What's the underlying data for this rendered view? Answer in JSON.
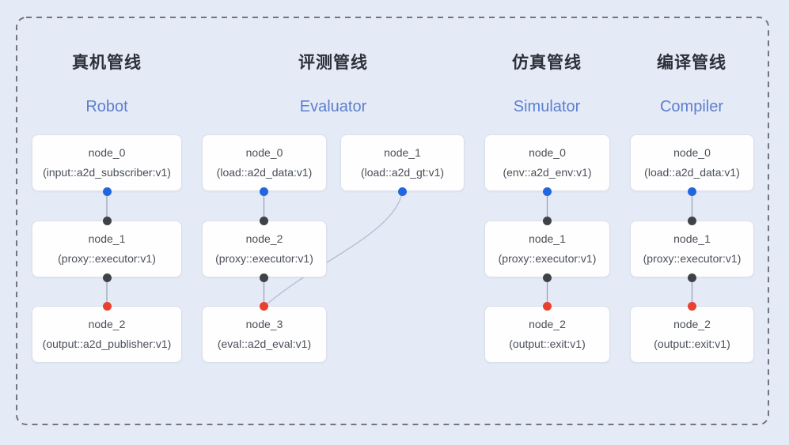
{
  "pipelines": [
    {
      "title_zh": "真机管线",
      "title_en": "Robot",
      "nodes": [
        {
          "name": "node_0",
          "type": "(input::a2d_subscriber:v1)",
          "out_port": "blue",
          "in_port": null
        },
        {
          "name": "node_1",
          "type": "(proxy::executor:v1)",
          "out_port": "dark",
          "in_port": "dark"
        },
        {
          "name": "node_2",
          "type": "(output::a2d_publisher:v1)",
          "out_port": null,
          "in_port": "red"
        }
      ]
    },
    {
      "title_zh": "评测管线",
      "title_en": "Evaluator",
      "nodes": [
        {
          "name": "node_0",
          "type": "(load::a2d_data:v1)",
          "out_port": "blue",
          "in_port": null
        },
        {
          "name": "node_1",
          "type": "(load::a2d_gt:v1)",
          "out_port": "blue",
          "in_port": null
        },
        {
          "name": "node_2",
          "type": "(proxy::executor:v1)",
          "out_port": "dark",
          "in_port": "dark"
        },
        {
          "name": "node_3",
          "type": "(eval::a2d_eval:v1)",
          "out_port": null,
          "in_port": "red"
        }
      ]
    },
    {
      "title_zh": "仿真管线",
      "title_en": "Simulator",
      "nodes": [
        {
          "name": "node_0",
          "type": "(env::a2d_env:v1)",
          "out_port": "blue",
          "in_port": null
        },
        {
          "name": "node_1",
          "type": "(proxy::executor:v1)",
          "out_port": "dark",
          "in_port": "dark"
        },
        {
          "name": "node_2",
          "type": "(output::exit:v1)",
          "out_port": null,
          "in_port": "red"
        }
      ]
    },
    {
      "title_zh": "编译管线",
      "title_en": "Compiler",
      "nodes": [
        {
          "name": "node_0",
          "type": "(load::a2d_data:v1)",
          "out_port": "blue",
          "in_port": null
        },
        {
          "name": "node_1",
          "type": "(proxy::executor:v1)",
          "out_port": "dark",
          "in_port": "dark"
        },
        {
          "name": "node_2",
          "type": "(output::exit:v1)",
          "out_port": null,
          "in_port": "red"
        }
      ]
    }
  ],
  "edges": [
    {
      "pipeline": "Robot",
      "from": "node_0",
      "to": "node_1"
    },
    {
      "pipeline": "Robot",
      "from": "node_1",
      "to": "node_2"
    },
    {
      "pipeline": "Evaluator",
      "from": "node_0",
      "to": "node_2"
    },
    {
      "pipeline": "Evaluator",
      "from": "node_1",
      "to": "node_3"
    },
    {
      "pipeline": "Evaluator",
      "from": "node_2",
      "to": "node_3"
    },
    {
      "pipeline": "Simulator",
      "from": "node_0",
      "to": "node_1"
    },
    {
      "pipeline": "Simulator",
      "from": "node_1",
      "to": "node_2"
    },
    {
      "pipeline": "Compiler",
      "from": "node_0",
      "to": "node_1"
    },
    {
      "pipeline": "Compiler",
      "from": "node_1",
      "to": "node_2"
    }
  ],
  "colors": {
    "background": "#e5eaf7",
    "frame": "#70757e",
    "node_fill": "#fefefe",
    "node_border": "#dcdfe8",
    "node_text": "#4a4f58",
    "title_zh": "#2c3139",
    "title_en": "#5c7fce",
    "dot_blue": "#2166df",
    "dot_dark": "#3f4347",
    "dot_red": "#e8412f",
    "edge_line": "#98a0ad",
    "edge_curve": "#b3bed2"
  }
}
